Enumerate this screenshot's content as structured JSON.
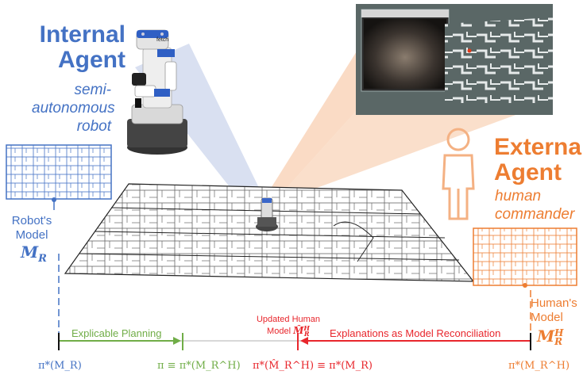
{
  "internal_agent": {
    "title_line1": "Internal",
    "title_line2": "Agent",
    "subtitle_line1": "semi-",
    "subtitle_line2": "autonomous",
    "subtitle_line3": "robot",
    "robot_brand": "fetch"
  },
  "external_agent": {
    "title_line1": "External",
    "title_line2": "Agent",
    "subtitle_line1": "human",
    "subtitle_line2": "commander"
  },
  "robot_model": {
    "label_line1": "Robot's",
    "label_line2": "Model",
    "symbol": "M",
    "symbol_sub": "R"
  },
  "human_model": {
    "label_line1": "Human's",
    "label_line2": "Model",
    "symbol": "M",
    "symbol_sub": "R",
    "symbol_sup": "H"
  },
  "updated_model": {
    "label_line1": "Updated Human",
    "label_line2": "Model",
    "symbol": "M̂",
    "symbol_sub": "R",
    "symbol_sup": "H"
  },
  "timeline": {
    "explicable_label": "Explicable Planning",
    "reconciliation_label": "Explanations as Model Reconciliation",
    "pi_robot": "π*(M_R)",
    "pi_explicable": "π ≡ π*(M_R^H)",
    "pi_updated": "π*(M̂_R^H) ≡ π*(M_R)",
    "pi_human": "π*(M_R^H)"
  },
  "colors": {
    "internal": "#4472c4",
    "external": "#ed7d31",
    "explicable": "#70ad47",
    "reconciliation": "#e8262c"
  }
}
